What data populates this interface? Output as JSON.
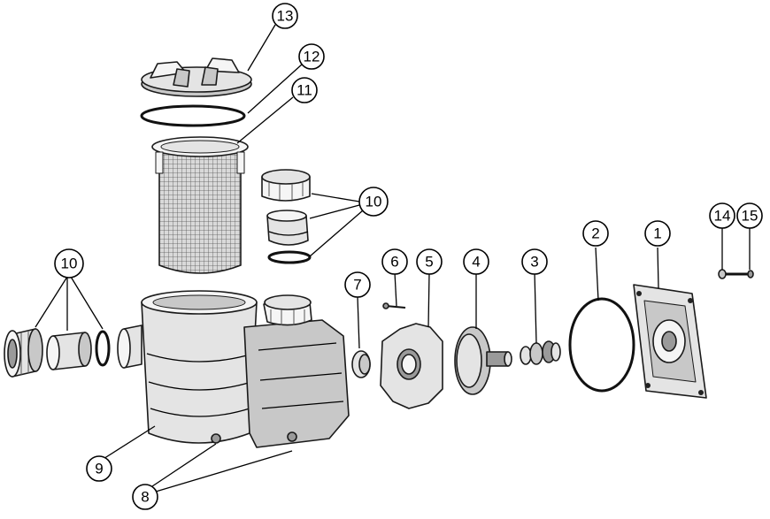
{
  "diagram": {
    "colors": {
      "background": "#ffffff",
      "line": "#1a1a1a",
      "shade_light": "#e4e4e4",
      "shade_mid": "#c8c8c8",
      "shade_dark": "#9a9a9a"
    },
    "callouts": [
      {
        "id": "c1",
        "label": "1"
      },
      {
        "id": "c2",
        "label": "2"
      },
      {
        "id": "c3",
        "label": "3"
      },
      {
        "id": "c4",
        "label": "4"
      },
      {
        "id": "c5",
        "label": "5"
      },
      {
        "id": "c6",
        "label": "6"
      },
      {
        "id": "c7",
        "label": "7"
      },
      {
        "id": "c8",
        "label": "8"
      },
      {
        "id": "c9",
        "label": "9"
      },
      {
        "id": "c10a",
        "label": "10"
      },
      {
        "id": "c10b",
        "label": "10"
      },
      {
        "id": "c11",
        "label": "11"
      },
      {
        "id": "c12",
        "label": "12"
      },
      {
        "id": "c13",
        "label": "13"
      },
      {
        "id": "c14",
        "label": "14"
      },
      {
        "id": "c15",
        "label": "15"
      }
    ]
  }
}
